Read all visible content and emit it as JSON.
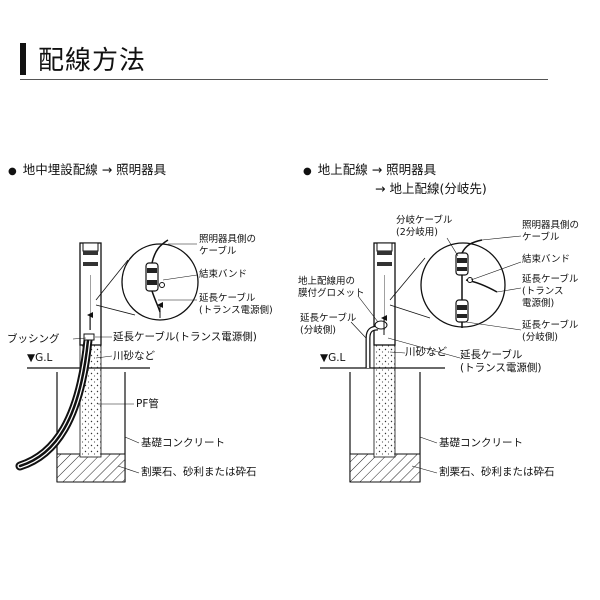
{
  "header": {
    "title": "配線方法"
  },
  "left_diagram": {
    "heading": "地中埋設配線 → 照明器具",
    "labels": {
      "fixture_cable": [
        "照明器具側の",
        "ケーブル"
      ],
      "band": "結束バンド",
      "ext_cable_detail": [
        "延長ケーブル",
        "(トランス電源側)"
      ],
      "bushing": "ブッシング",
      "ext_cable": "延長ケーブル(トランス電源側)",
      "gl": "▼G.L",
      "sand": "川砂など",
      "pf_pipe": "PF管",
      "concrete": "基礎コンクリート",
      "gravel": "割栗石、砂利または砕石"
    }
  },
  "right_diagram": {
    "heading_lines": [
      "地上配線 → 照明器具",
      "→ 地上配線(分岐先)"
    ],
    "labels": {
      "branch_cable": [
        "分岐ケーブル",
        "(2分岐用)"
      ],
      "fixture_cable": [
        "照明器具側の",
        "ケーブル"
      ],
      "band": "結束バンド",
      "ext_trans": [
        "延長ケーブル",
        "(トランス",
        "電源側)"
      ],
      "ext_branch": [
        "延長ケーブル",
        "(分岐側)"
      ],
      "grommet": [
        "地上配線用の",
        "膜付グロメット"
      ],
      "ext_branch_left": [
        "延長ケーブル",
        "(分岐側)"
      ],
      "gl": "▼G.L",
      "sand": "川砂など",
      "ext_cable_bottom": [
        "延長ケーブル",
        "(トランス電源側)"
      ],
      "concrete": "基礎コンクリート",
      "gravel": "割栗石、砂利または砕石"
    }
  }
}
